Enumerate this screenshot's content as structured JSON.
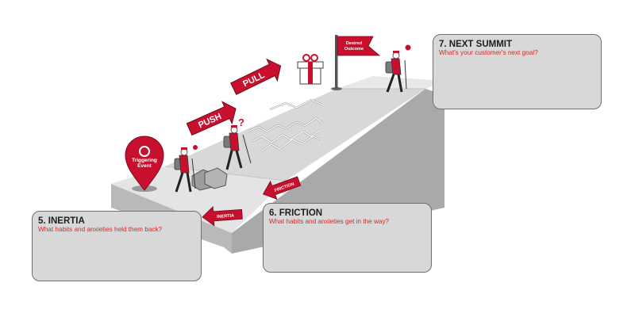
{
  "labels": {
    "triggering": "Triggering Event",
    "push": "PUSH",
    "pull": "PULL",
    "desired_outcome": "Desired Outcome",
    "friction_arrow": "FRICTION",
    "inertia_arrow": "INERTIA",
    "question_mark": "?"
  },
  "cards": {
    "inertia": {
      "title": "5. INERTIA",
      "question": "What habits and anxieties held them back?"
    },
    "friction": {
      "title": "6. FRICTION",
      "question": "What habits and anxieties get in the way?"
    },
    "summit": {
      "title": "7. NEXT SUMMIT",
      "question": "What's your customer's next goal?"
    }
  },
  "colors": {
    "accent": "#c8102e",
    "slope_top": "#e6e6e6",
    "slope_front": "#b8b8b8",
    "card_bg": "#d8d8d8"
  }
}
